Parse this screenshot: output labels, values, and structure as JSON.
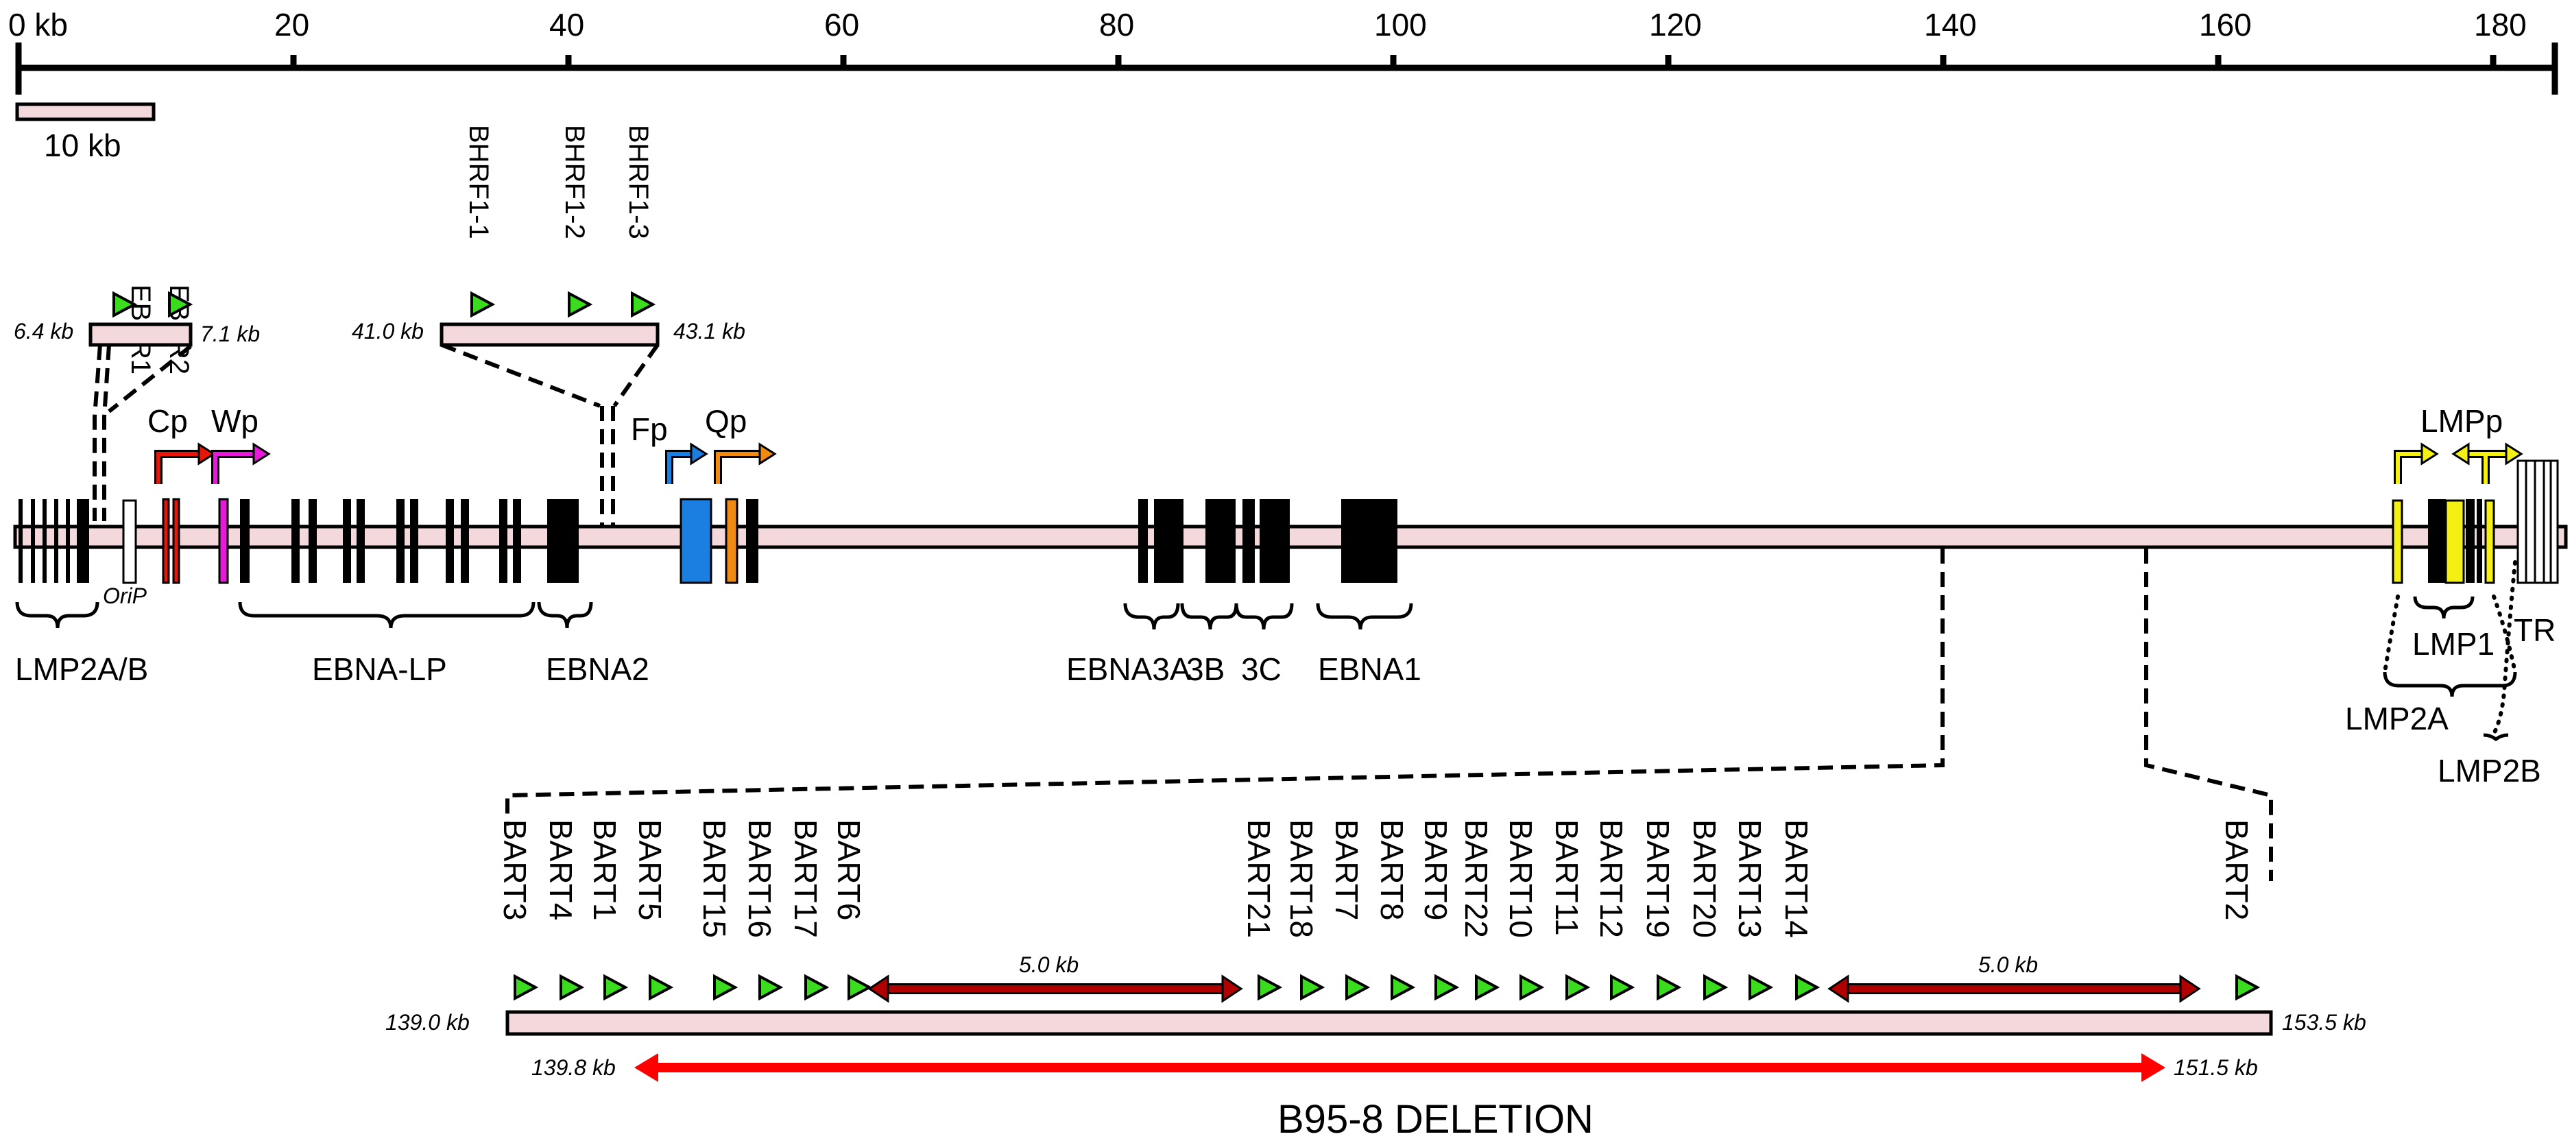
{
  "scale": {
    "ticks": [
      "0 kb",
      "20",
      "40",
      "60",
      "80",
      "100",
      "120",
      "140",
      "160",
      "180"
    ],
    "scale_bar_label": "10 kb"
  },
  "eber_inset": {
    "start_label": "6.4 kb",
    "end_label": "7.1 kb",
    "genes": [
      "EBER1",
      "EBER2"
    ]
  },
  "bhrf_inset": {
    "start_label": "41.0 kb",
    "end_label": "43.1 kb",
    "genes": [
      "BHRF1-1",
      "BHRF1-2",
      "BHRF1-3"
    ]
  },
  "promoters": [
    {
      "label": "Cp",
      "color": "#e8150b"
    },
    {
      "label": "Wp",
      "color": "#e61ad8"
    },
    {
      "label": "Fp",
      "color": "#1a7fe0"
    },
    {
      "label": "Qp",
      "color": "#f08a12"
    },
    {
      "label": "LMPp",
      "color": "#f5f014"
    }
  ],
  "genome_labels": {
    "orip": "OriP",
    "lmp2ab": "LMP2A/B",
    "ebnalp": "EBNA-LP",
    "ebna2": "EBNA2",
    "ebna3a": "EBNA3A",
    "ebna3b": "3B",
    "ebna3c": "3C",
    "ebna1": "EBNA1",
    "lmp1": "LMP1",
    "lmp2a": "LMP2A",
    "lmp2b": "LMP2B",
    "tr": "TR"
  },
  "bart_region": {
    "start_label": "139.0 kb",
    "end_label": "153.5 kb",
    "genes": [
      "BART3",
      "BART4",
      "BART1",
      "BART5",
      "BART15",
      "BART16",
      "BART17",
      "BART6",
      "BART21",
      "BART18",
      "BART7",
      "BART8",
      "BART9",
      "BART22",
      "BART10",
      "BART11",
      "BART12",
      "BART19",
      "BART20",
      "BART13",
      "BART14",
      "BART2"
    ],
    "span1_label": "5.0 kb",
    "span2_label": "5.0 kb",
    "deletion_start_label": "139.8 kb",
    "deletion_end_label": "151.5 kb",
    "deletion_title": "B95-8 DELETION"
  },
  "colors": {
    "genome_fill": "#f3d9dc",
    "mirna_triangle": "#3bdc1e",
    "span_arrow": "#b10000",
    "deletion_arrow": "#ff0000"
  }
}
